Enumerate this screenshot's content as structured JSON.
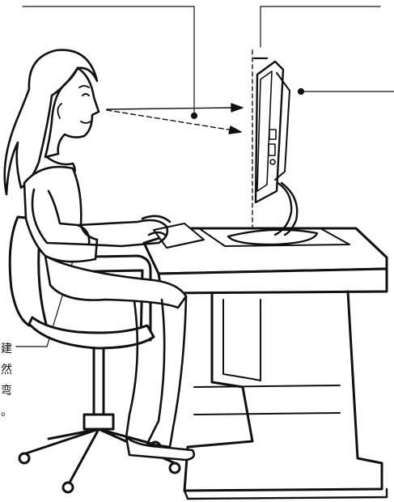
{
  "figure": {
    "text_fragments": [
      "建",
      "然",
      "弯",
      "。"
    ],
    "colors": {
      "ink": "#111111",
      "paper": "#ffffff"
    }
  }
}
